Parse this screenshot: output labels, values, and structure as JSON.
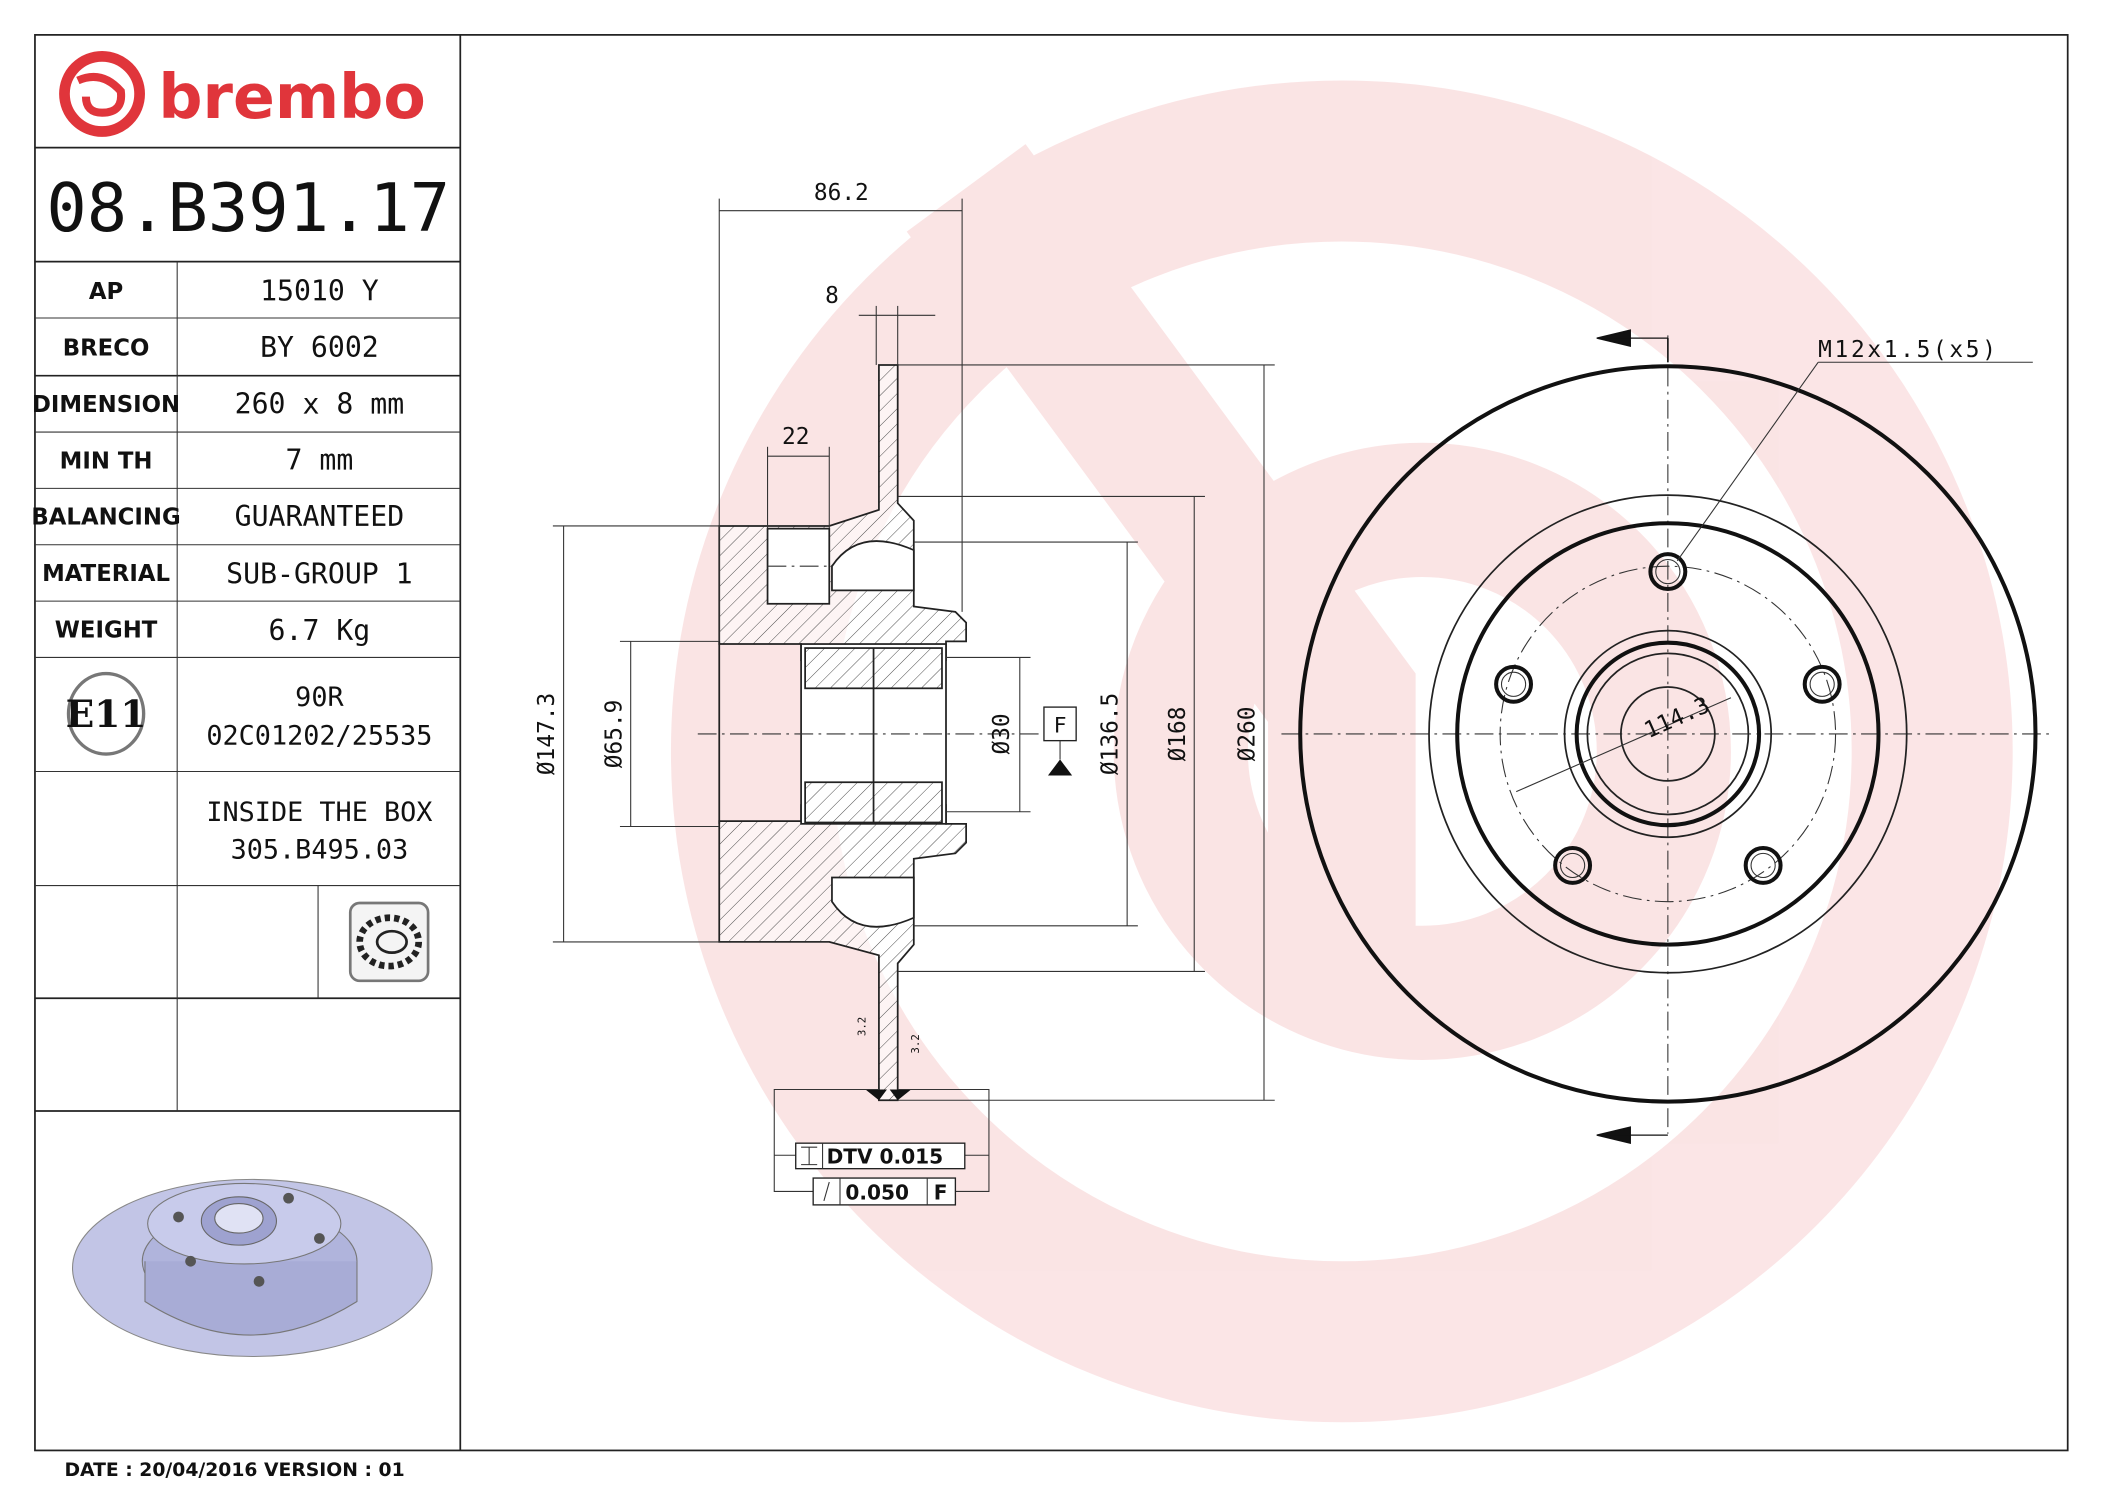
{
  "brand": {
    "name": "brembo",
    "color": "#e0353b"
  },
  "part_number": "08.B391.17",
  "specs": [
    {
      "label": "AP",
      "value": "15010 Y"
    },
    {
      "label": "BRECO",
      "value": "BY 6002"
    },
    {
      "label": "DIMENSION",
      "value": "260 x 8 mm"
    },
    {
      "label": "MIN TH",
      "value": "7 mm"
    },
    {
      "label": "BALANCING",
      "value": "GUARANTEED"
    },
    {
      "label": "MATERIAL",
      "value": "SUB-GROUP 1"
    },
    {
      "label": "WEIGHT",
      "value": "6.7 Kg"
    }
  ],
  "approval": {
    "mark": "E11",
    "line1": "90R",
    "line2": "02C01202/25535"
  },
  "inside_box": {
    "line1": "INSIDE THE BOX",
    "line2": "305.B495.03"
  },
  "footer": "DATE : 20/04/2016 VERSION : 01",
  "dims": {
    "width": "86.2",
    "thickness": "8",
    "offset": "22",
    "d147": "Ø147.3",
    "d65": "Ø65.9",
    "d30": "Ø30",
    "d136": "Ø136.5",
    "d168": "Ø168",
    "d260": "Ø260",
    "datum": "F",
    "roughness_a": "3.2",
    "roughness_b": "3.2",
    "thread": "M12x1.5(x5)",
    "pcd": "114.3"
  },
  "tolerances": {
    "dtv": "DTV 0.015",
    "runout": "0.050",
    "runout_datum": "F"
  }
}
